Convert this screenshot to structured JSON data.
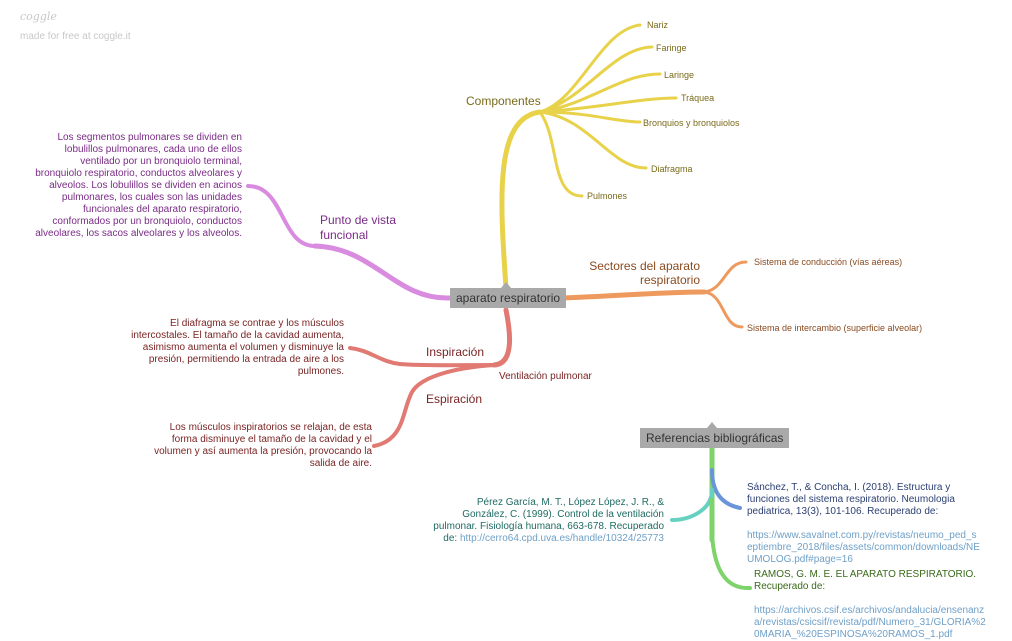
{
  "branding": {
    "logo": "coggle",
    "tagline": "made for free at coggle.it"
  },
  "colors": {
    "yellow": "#e8d24a",
    "yellow_text": "#7a6a1a",
    "purple": "#d98be0",
    "purple_text": "#7a2c86",
    "orange": "#ee9a5e",
    "orange_text": "#8a4a1f",
    "red": "#e07a72",
    "red_text": "#7a2424",
    "green": "#7ed36a",
    "teal": "#66d1c1",
    "blue": "#6a95d9",
    "node_bg": "#a9a9a9",
    "link": "#6fa0c8"
  },
  "center": {
    "label": "aparato respiratorio"
  },
  "componentes": {
    "label": "Componentes",
    "items": [
      "Nariz",
      "Faringe",
      "Laringe",
      "Tráquea",
      "Bronquios y bronquiolos",
      "Diafragma",
      "Pulmones"
    ]
  },
  "funcional": {
    "label": "Punto de vista\nfuncional",
    "text": "Los segmentos pulmonares se dividen en\nlobulillos pulmonares, cada uno de ellos\nventilado por un bronquiolo terminal,\nbronquiolo respiratorio, conductos alveolares y\nalveolos. Los lobulillos se dividen en acinos\npulmonares, los cuales son las unidades\nfuncionales del aparato respiratorio,\nconformados por un bronquiolo, conductos\nalveolares, los sacos alveolares y los alveolos."
  },
  "sectores": {
    "label": "Sectores del aparato\nrespiratorio",
    "items": [
      "Sistema de conducción (vías aéreas)",
      "Sistema de intercambio (superficie alveolar)"
    ]
  },
  "ventilacion": {
    "label": "Ventilación pulmonar",
    "inspiracion": {
      "label": "Inspiración",
      "text": "El diafragma se contrae y los músculos\nintercostales. El tamaño de la cavidad aumenta,\nasimismo aumenta el volumen y disminuye la\npresión, permitiendo la entrada de aire a los\npulmones."
    },
    "espiracion": {
      "label": "Espiración",
      "text": "Los músculos inspiratorios se relajan, de esta\nforma disminuye el tamaño de la cavidad y el\nvolumen y así aumenta la presión, provocando la\nsalida de aire."
    }
  },
  "referencias": {
    "label": "Referencias bibliográficas",
    "ref1": {
      "text": "Sánchez, T., & Concha, I. (2018). Estructura y\nfunciones del sistema respiratorio. Neumologia\npediatrica, 13(3), 101-106. Recuperado de:",
      "link": "https://www.savalnet.com.py/revistas/neumo_ped_s\neptiembre_2018/files/assets/common/downloads/NE\nUMOLOG.pdf#page=16"
    },
    "ref2": {
      "text": "Pérez García, M. T., López López, J. R., &\nGonzález, C. (1999). Control de la ventilación\npulmonar. Fisiología humana, 663-678. Recuperado\nde: ",
      "link": "http://cerro64.cpd.uva.es/handle/10324/25773"
    },
    "ref3": {
      "text": "RAMOS, G. M. E. EL APARATO RESPIRATORIO.\nRecuperado de:",
      "link": "https://archivos.csif.es/archivos/andalucia/ensenanz\na/revistas/csicsif/revista/pdf/Numero_31/GLORIA%2\n0MARIA_%20ESPINOSA%20RAMOS_1.pdf"
    }
  }
}
